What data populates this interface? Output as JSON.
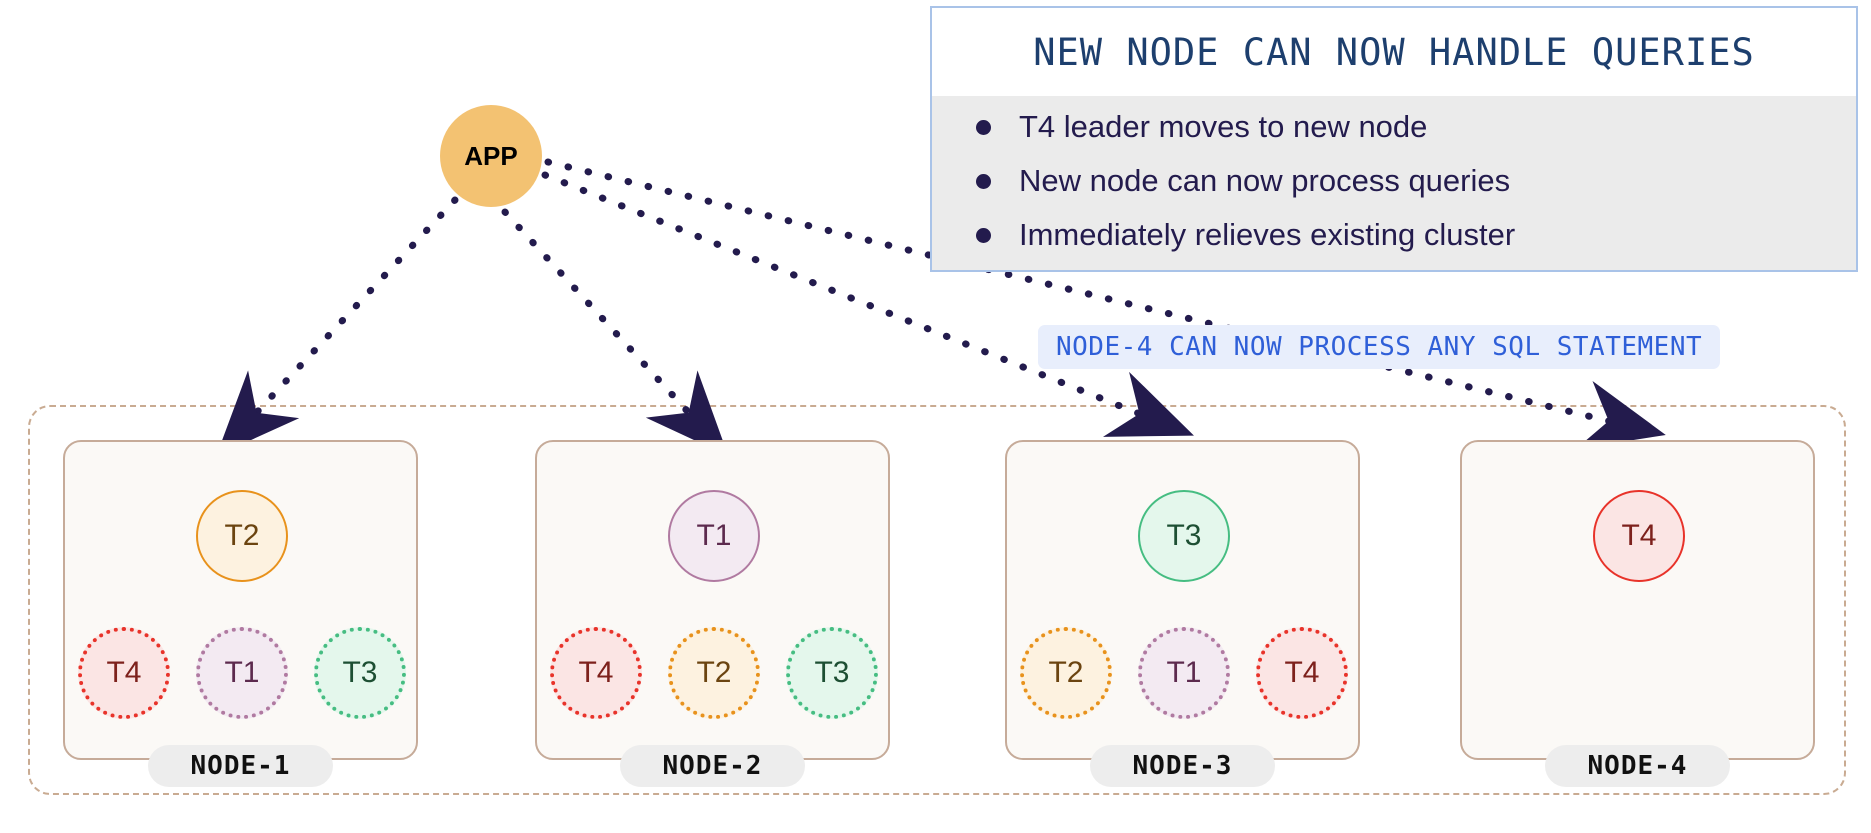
{
  "app": {
    "label": "APP"
  },
  "callout": {
    "title": "NEW NODE CAN NOW HANDLE QUERIES",
    "bullets": [
      "T4 leader moves to new node",
      "New node can now process queries",
      "Immediately relieves existing cluster"
    ],
    "border_color": "#a9c3e8",
    "title_color": "#1d3f6e",
    "body_bg": "#ebebeb"
  },
  "banner": {
    "text": "NODE-4 CAN NOW PROCESS ANY SQL STATEMENT",
    "bg": "#e8eefc",
    "color": "#2f5fd8"
  },
  "cluster": {
    "border_color": "#c9ab92"
  },
  "palette": {
    "t1_border": "#b07aa1",
    "t1_fill": "#f3eaf2",
    "t1_text": "#5c2a4e",
    "t2_border": "#e8921c",
    "t2_fill": "#fdf2e0",
    "t2_text": "#6b4410",
    "t3_border": "#46bd82",
    "t3_fill": "#e4f7ec",
    "t3_text": "#1d4f33",
    "t4_border": "#e8332a",
    "t4_fill": "#fbe5e4",
    "t4_text": "#7d211c",
    "app_fill": "#f3c272",
    "arrow_color": "#231b4d",
    "node_border": "#c6ab99",
    "node_fill": "#fbf9f6",
    "pill_bg": "#ededed"
  },
  "nodes": [
    {
      "name": "NODE-1",
      "leader": {
        "label": "T2",
        "token": "t2"
      },
      "replicas": [
        {
          "label": "T4",
          "token": "t4"
        },
        {
          "label": "T1",
          "token": "t1"
        },
        {
          "label": "T3",
          "token": "t3"
        }
      ]
    },
    {
      "name": "NODE-2",
      "leader": {
        "label": "T1",
        "token": "t1"
      },
      "replicas": [
        {
          "label": "T4",
          "token": "t4"
        },
        {
          "label": "T2",
          "token": "t2"
        },
        {
          "label": "T3",
          "token": "t3"
        }
      ]
    },
    {
      "name": "NODE-3",
      "leader": {
        "label": "T3",
        "token": "t3"
      },
      "replicas": [
        {
          "label": "T2",
          "token": "t2"
        },
        {
          "label": "T1",
          "token": "t1"
        },
        {
          "label": "T4",
          "token": "t4"
        }
      ]
    },
    {
      "name": "NODE-4",
      "leader": {
        "label": "T4",
        "token": "t4"
      },
      "replicas": []
    }
  ]
}
